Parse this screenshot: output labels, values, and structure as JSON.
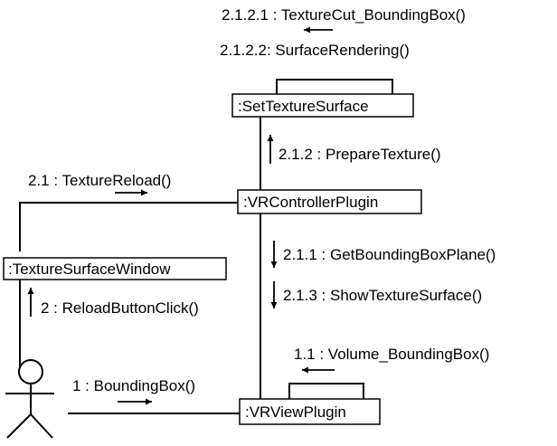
{
  "objects": {
    "set_texture_surface": ":SetTextureSurface",
    "vr_controller_plugin": ":VRControllerPlugin",
    "texture_surface_window": ":TextureSurfaceWindow",
    "vr_view_plugin": ":VRViewPlugin"
  },
  "messages": {
    "m_2_1_2_1": "2.1.2.1 : TextureCut_BoundingBox()",
    "m_2_1_2_2": "2.1.2.2: SurfaceRendering()",
    "m_2_1_2": "2.1.2 : PrepareTexture()",
    "m_2_1": "2.1 : TextureReload()",
    "m_2_1_1": "2.1.1 : GetBoundingBoxPlane()",
    "m_2_1_3": "2.1.3 : ShowTextureSurface()",
    "m_2": "2 : ReloadButtonClick()",
    "m_1_1": "1.1 : Volume_BoundingBox()",
    "m_1": "1 : BoundingBox()"
  }
}
